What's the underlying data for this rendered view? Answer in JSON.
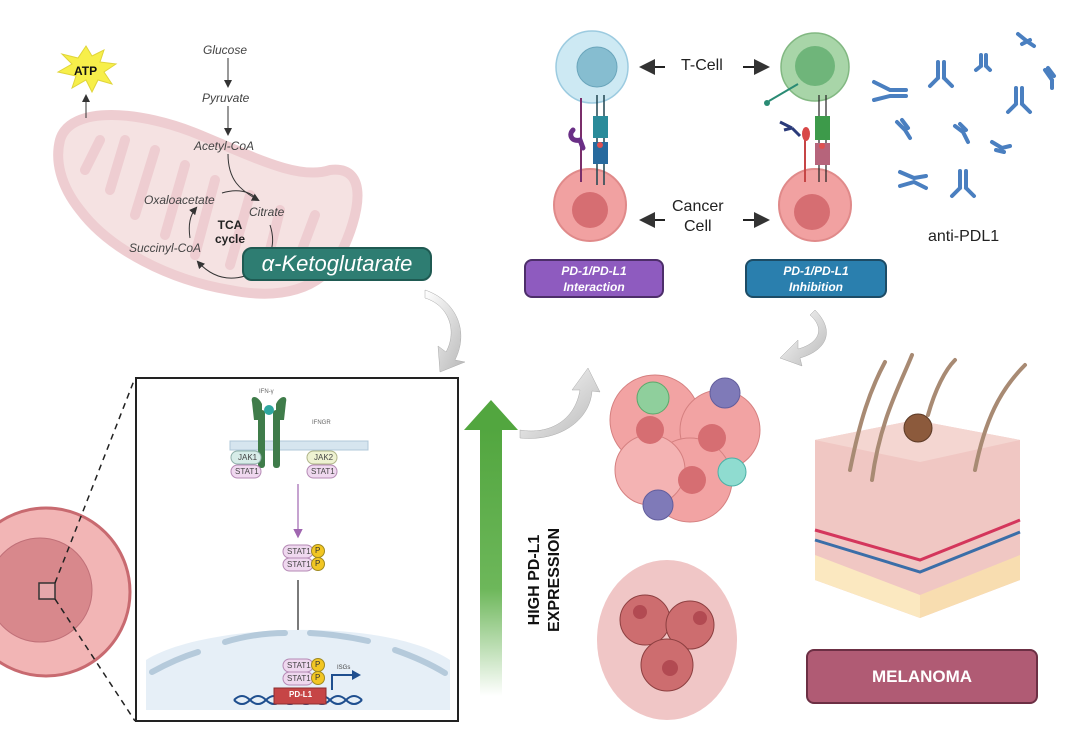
{
  "metabolism": {
    "atp": "ATP",
    "glucose": "Glucose",
    "pyruvate": "Pyruvate",
    "acetyl_coa": "Acetyl-CoA",
    "oxaloacetate": "Oxaloacetate",
    "citrate": "Citrate",
    "succinyl_coa": "Succinyl-CoA",
    "tca_line1": "TCA",
    "tca_line2": "cycle",
    "akg": "α-Ketoglutarate"
  },
  "checkpoint": {
    "t_cell": "T-Cell",
    "cancer_line1": "Cancer",
    "cancer_line2": "Cell",
    "interaction_line1": "PD-1/PD-L1",
    "interaction_line2": "Interaction",
    "inhibition_line1": "PD-1/PD-L1",
    "inhibition_line2": "Inhibition",
    "anti_pdl1": "anti-PDL1"
  },
  "signaling": {
    "ifn": "IFN-γ",
    "ifngr": "IFNGR",
    "jak1": "JAK1",
    "jak2": "JAK2",
    "stat1": "STAT1",
    "p": "P",
    "isgs": "ISGs",
    "pdl1": "PD-L1"
  },
  "expression": {
    "line1": "HIGH PD-L1",
    "line2": "EXPRESSION"
  },
  "melanoma": {
    "label": "MELANOMA"
  },
  "colors": {
    "akg": "#2e7d72",
    "interaction": "#8e5bbf",
    "inhibition": "#2a7fae",
    "melanoma": "#b05b74",
    "expression_arrow": "#55a844",
    "atp": "#f7ef4a"
  }
}
